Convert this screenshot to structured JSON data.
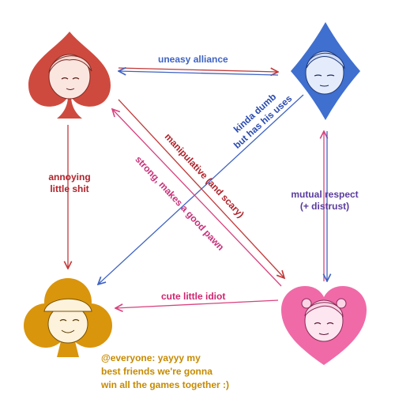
{
  "colors": {
    "spade": "#cf4a3e",
    "diamond": "#3f6fcf",
    "club": "#d9950c",
    "heart": "#f06aa8",
    "red_text": "#b0232b",
    "blue_text": "#2a4bb0",
    "purple_text": "#5a3c9e",
    "pink_text": "#d0246f",
    "magenta_text": "#c7327a",
    "gold_text": "#c68a00"
  },
  "icons": {
    "spade": "spade-character-icon",
    "diamond": "diamond-character-icon",
    "club": "club-character-icon",
    "heart": "heart-character-icon"
  },
  "labels": {
    "uneasy_alliance": "uneasy alliance",
    "kinda_dumb_1": "kinda dumb",
    "kinda_dumb_2": "but has his uses",
    "manipulative": "manipulative (and scary)",
    "strong_pawn": "strong, makes a good pawn",
    "annoying_1": "annoying",
    "annoying_2": "little shit",
    "mutual_1": "mutual respect",
    "mutual_2": "(+ distrust)",
    "cute_idiot": "cute little idiot",
    "everyone_1": "@everyone: yayyy my",
    "everyone_2": "best friends we're gonna",
    "everyone_3": "win all the games together :)"
  }
}
